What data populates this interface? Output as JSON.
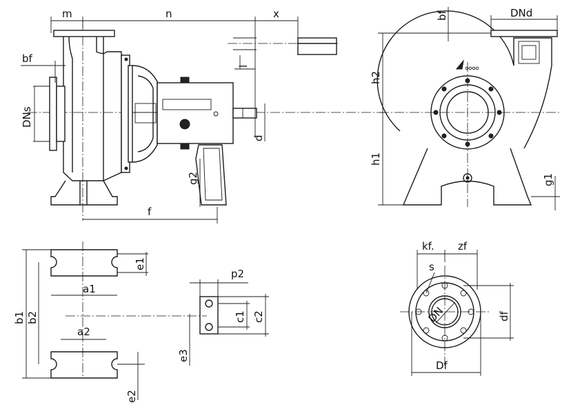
{
  "labels": {
    "m": "m",
    "n": "n",
    "x": "x",
    "bf_top": "bf",
    "DNd": "DNd",
    "bf_side": "bf",
    "DNs": "DNs",
    "l": "l",
    "d": "d",
    "h2": "h2",
    "h1": "h1",
    "g2": "g2",
    "g1": "g1",
    "f": "f",
    "e1": "e1",
    "a1": "a1",
    "b1": "b1",
    "b2": "b2",
    "a2": "a2",
    "e2": "e2",
    "p2": "p2",
    "c1": "c1",
    "c2": "c2",
    "e3": "e3",
    "kf": "kf.",
    "zf": "zf",
    "s": "s",
    "DN": "DN",
    "df": "df",
    "Df": "Df"
  }
}
